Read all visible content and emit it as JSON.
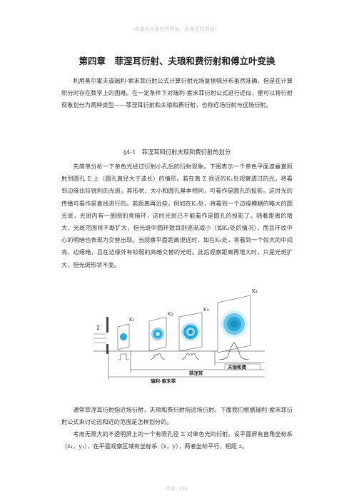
{
  "header": "希望对大家有所帮助，多谢您的浏览！",
  "footer": "授课：XXX",
  "title": "第四章　菲涅耳衍射、夫琅和费衍射和傅立叶变换",
  "intro": "利用基尔霍夫或瑞利-索末菲衍射公式计算衍射光场复振幅分布虽然准确，但是在计算积分时存在数学上的困难。在一定条件下对瑞利-索末菲衍射公式进行近似，便可以将衍射现象划分为两种类型——菲涅耳衍射和夫琅和费衍射，也称近场衍射与远场衍射。",
  "section_title": "§4-1　菲涅耳和衍射夫琅和费衍射的划分",
  "para1": "先简单分析一下单色光经过衍射小孔后的衍射现象。下图表示一个单色平面波垂直照射到圆孔 Σ 上（圆孔直径大于波长）的情形。若在离 Σ 很近的K₁处观察透过的光，将看到边缘比较锐利的光斑，其形状、大小和圆孔基本相同，可看作是圆孔的投影。这时光的传播可看作是直线进行的。若距离再远些，例如在K₂处，将看到一个边缘模糊的略大的圆光斑，光斑内有一圈圈的亮暗环，这时光斑已不能看作是圆孔的投影了。随着距离的增大，光斑范围将不断扩大，但光斑中圆环数目则逐渐减小（如K₃处的情况），而且环纹中心的明暗也表现为交替出现。当观察平面距离很远时，如在K₄处，将看到一个较大的中间亮，边缘暗，且在边缘外有较弱的亮暗交替的光斑。此后观察距离再增大时，只是光斑扩大，但光斑形状不变。",
  "figure": {
    "sigma": "Σ",
    "k1": "K₁",
    "k2": "K₂",
    "k3": "K₃",
    "k4": "K₄",
    "label_fraunhofer": "夫琅和费",
    "label_fresnel": "菲涅耳",
    "label_rs": "瑞利-索末菲"
  },
  "para2": "通常菲涅耳衍射指近场衍射，夫琅和费衍射指远场衍射。下面我们根据瑞利-索末菲衍射公式来讨论远和近的范围是怎样划分的。",
  "para3": "考虑无限大的不透明屏上的一个有限孔径 Σ 对单色光的衍射。设平面屏有直角坐标系（x₁，y₁），在平面观察区域有坐标系（x，y），两者坐标平行，相距 z。"
}
